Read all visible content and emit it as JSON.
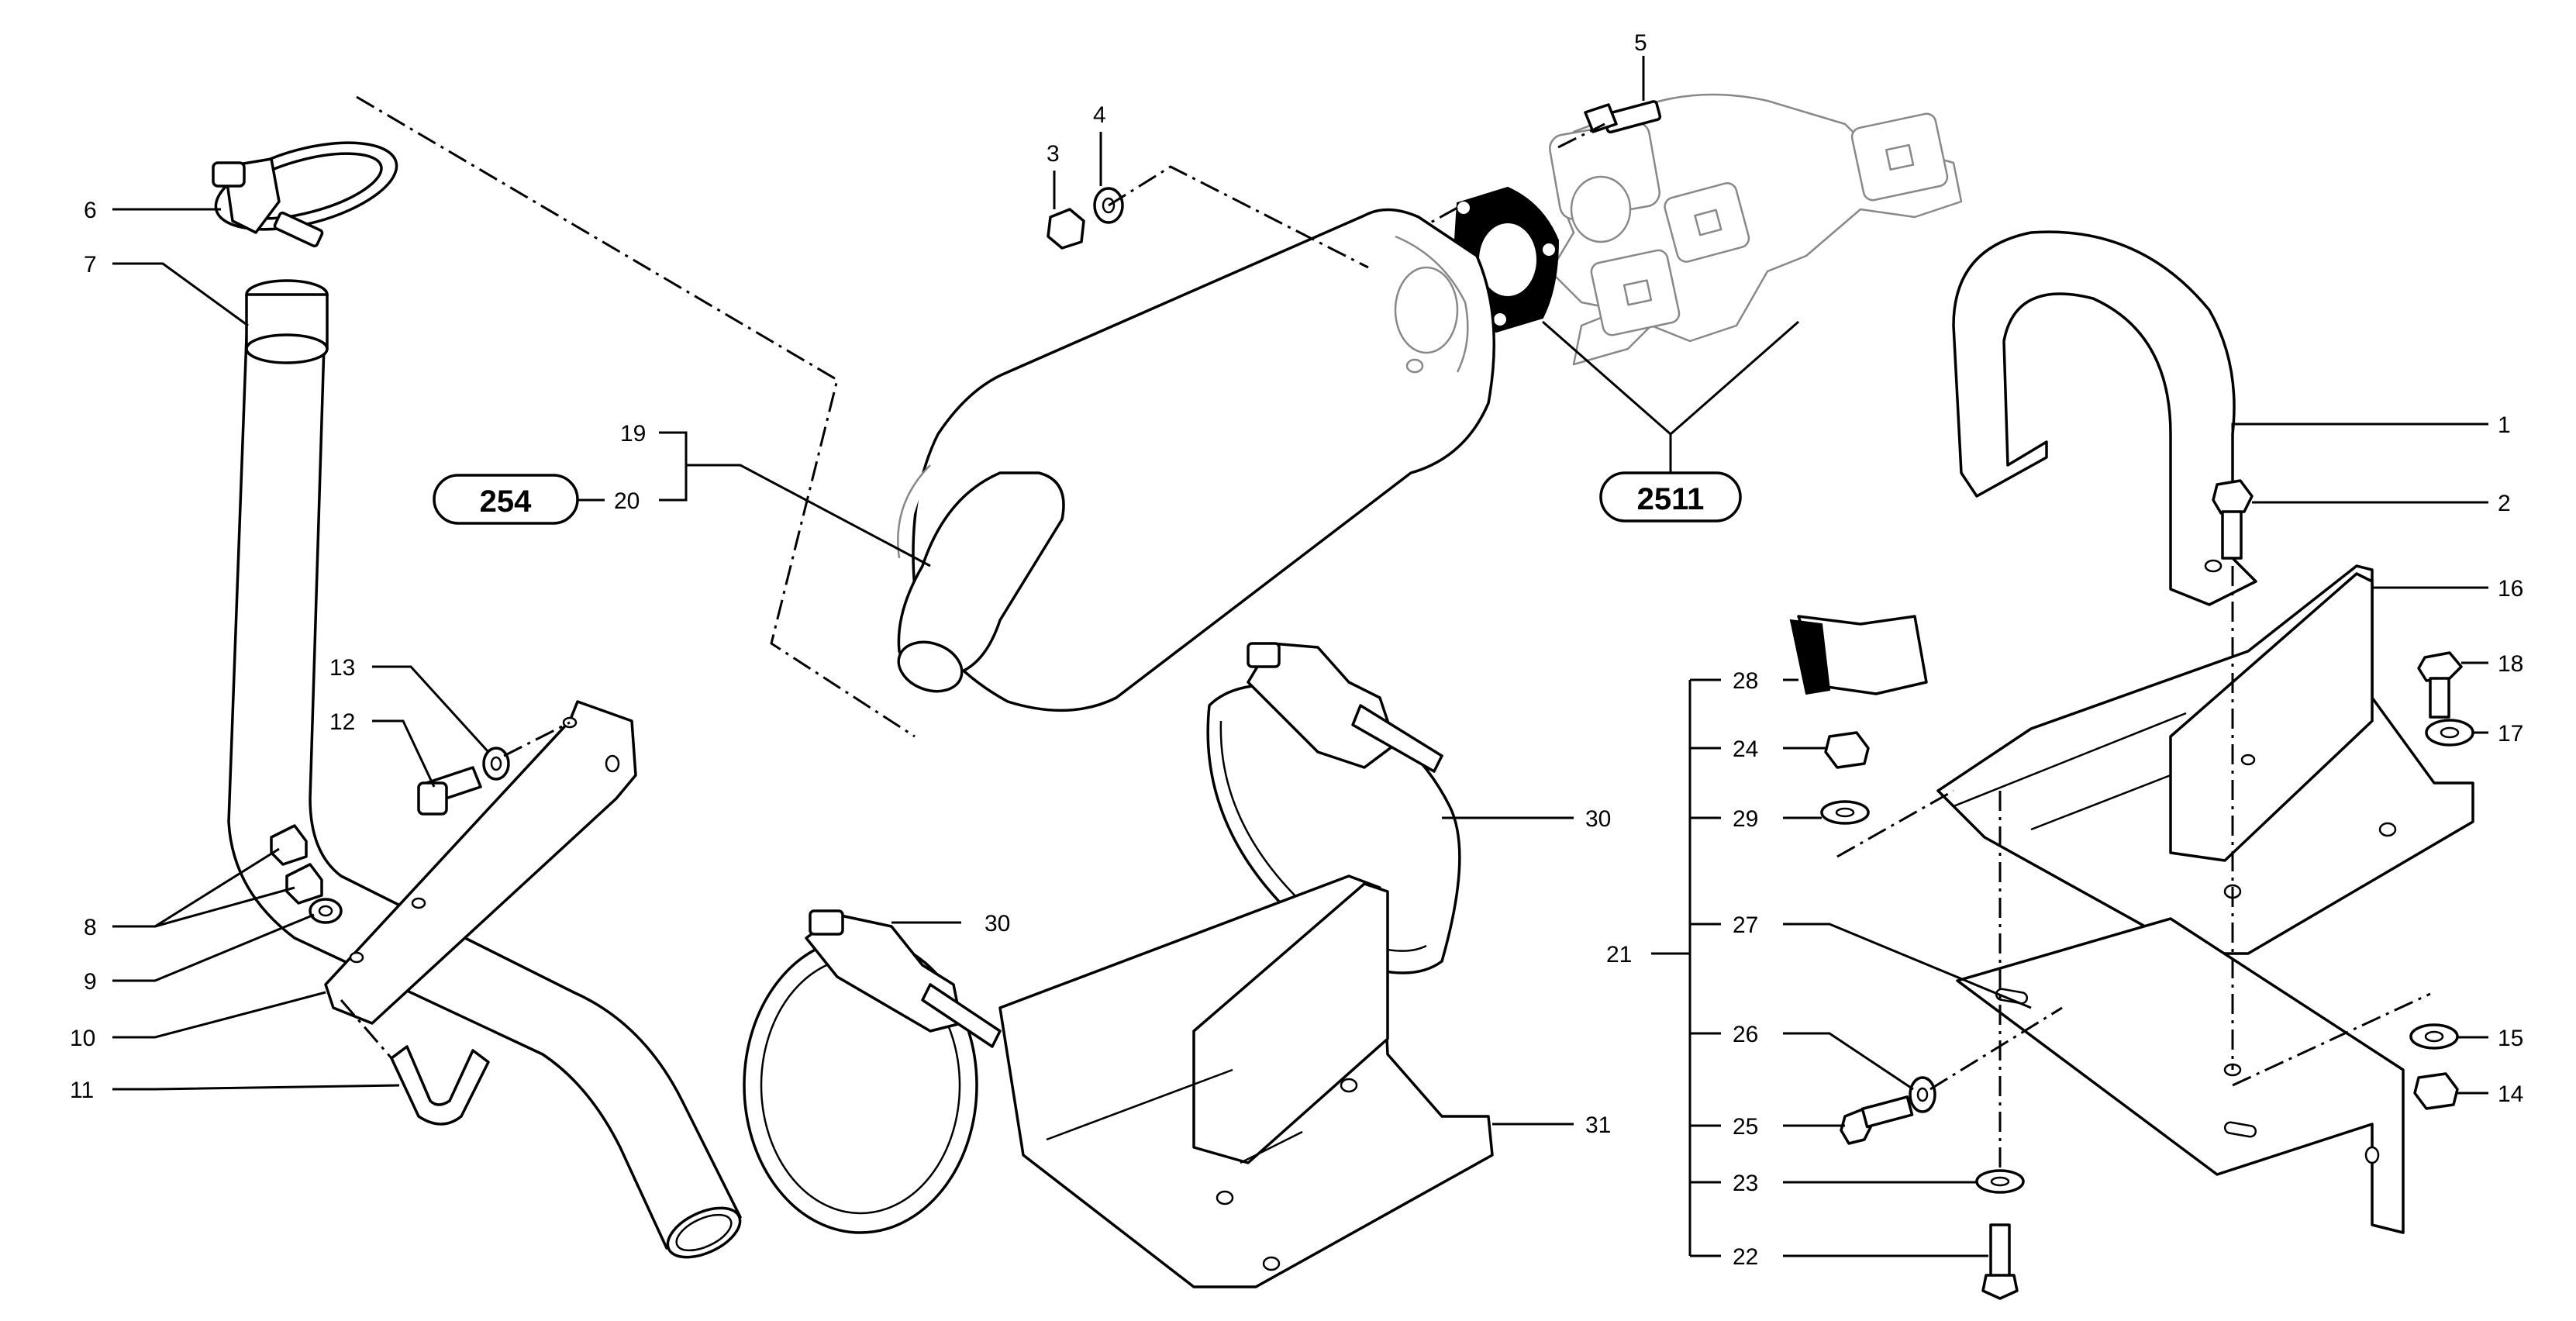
{
  "callouts": {
    "n1": "1",
    "n2": "2",
    "n3": "3",
    "n4": "4",
    "n5": "5",
    "n6": "6",
    "n7": "7",
    "n8": "8",
    "n9": "9",
    "n10": "10",
    "n11": "11",
    "n12": "12",
    "n13": "13",
    "n14": "14",
    "n15": "15",
    "n16": "16",
    "n17": "17",
    "n18": "18",
    "n19": "19",
    "n20": "20",
    "n21": "21",
    "n22": "22",
    "n23": "23",
    "n24": "24",
    "n25": "25",
    "n26": "26",
    "n27": "27",
    "n28": "28",
    "n29": "29",
    "n30a": "30",
    "n30b": "30",
    "n31": "31"
  },
  "references": {
    "r254": "254",
    "r2511": "2511"
  }
}
